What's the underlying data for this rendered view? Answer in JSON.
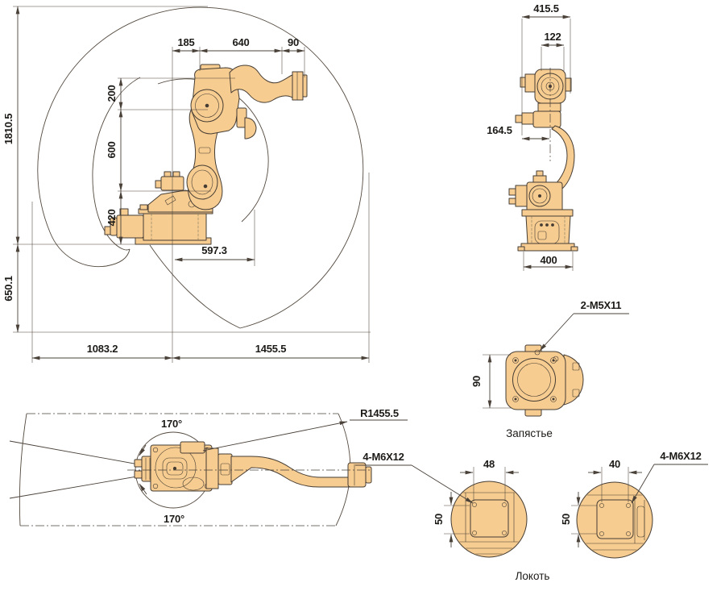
{
  "colors": {
    "background": "#ffffff",
    "robot_fill": "#F6CC90",
    "line_dark": "#4A4139",
    "text": "#1D1B18"
  },
  "side_view": {
    "dim_top_185": "185",
    "dim_top_640": "640",
    "dim_top_90": "90",
    "dim_height_1810_5": "1810.5",
    "dim_200": "200",
    "dim_600": "600",
    "dim_420": "420",
    "dim_650_1": "650.1",
    "dim_597_3": "597.3",
    "dim_rear_1083_2": "1083.2",
    "dim_front_1455_5": "1455.5"
  },
  "front_view": {
    "dim_width_415_5": "415.5",
    "dim_122": "122",
    "dim_164_5": "164.5",
    "dim_base_400": "400"
  },
  "wrist_view": {
    "callout_holes": "2-M5X11",
    "dim_90": "90",
    "caption": "Запястье"
  },
  "top_view": {
    "angle_upper": "170°",
    "angle_lower": "170°",
    "radius_callout": "R1455.5"
  },
  "elbow_view": {
    "caption": "Локоть",
    "left": {
      "callout_holes": "4-M6X12",
      "dim_width_48": "48",
      "dim_height_50": "50"
    },
    "right": {
      "callout_holes": "4-M6X12",
      "dim_width_40": "40",
      "dim_height_50": "50"
    }
  }
}
